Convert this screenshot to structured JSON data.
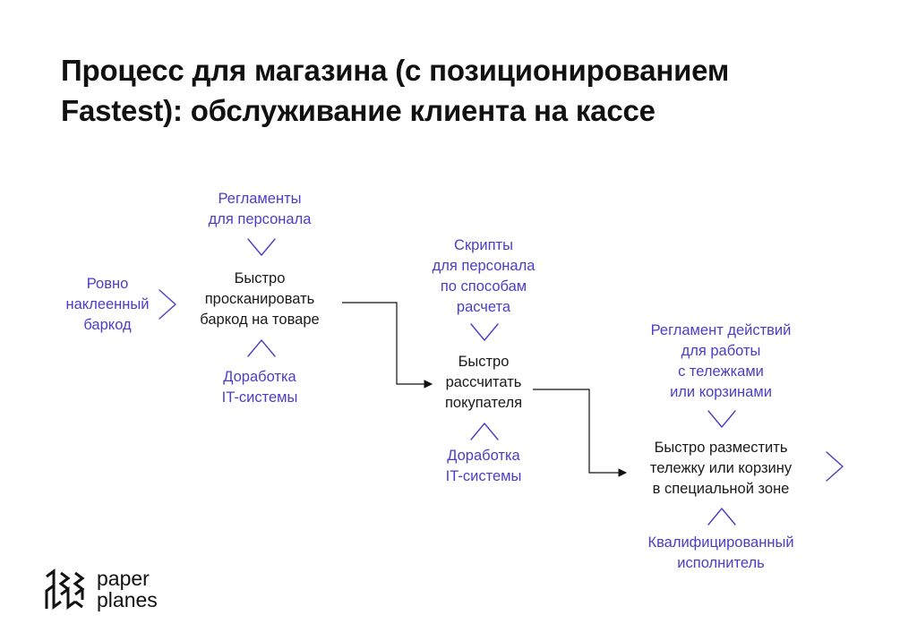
{
  "title": {
    "line1": "Процесс для магазина (с позиционированием",
    "line2": "Fastest): обслуживание клиента на кассе"
  },
  "step1": {
    "main": [
      "Быстро",
      "просканировать",
      "баркод на товаре"
    ],
    "input": [
      "Ровно",
      "наклеенный",
      "баркод"
    ],
    "top": [
      "Регламенты",
      "для персонала"
    ],
    "bottom": [
      "Доработка",
      "IT-системы"
    ]
  },
  "step2": {
    "main": [
      "Быстро",
      "рассчитать",
      "покупателя"
    ],
    "top": [
      "Скрипты",
      "для персонала",
      "по способам",
      "расчета"
    ],
    "bottom": [
      "Доработка",
      "IT-системы"
    ]
  },
  "step3": {
    "main": [
      "Быстро разместить",
      "тележку или корзину",
      "в специальной зоне"
    ],
    "top": [
      "Регламент действий",
      "для работы",
      "с тележками",
      "или корзинами"
    ],
    "bottom": [
      "Квалифицированный",
      "исполнитель"
    ]
  },
  "logo": {
    "line1": "paper",
    "line2": "planes"
  },
  "colors": {
    "accent": "#4a3ec6",
    "text": "#1a1a1a"
  }
}
